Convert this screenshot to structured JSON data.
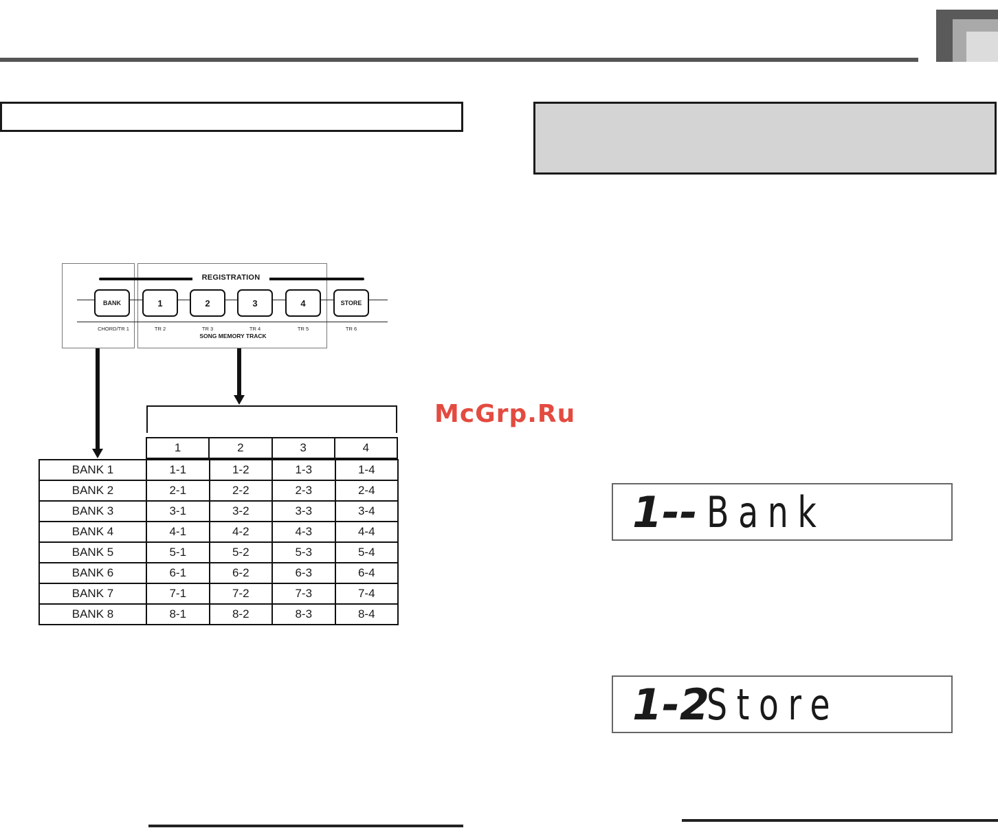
{
  "panel": {
    "registration_title": "REGISTRATION",
    "buttons": [
      {
        "label": "BANK",
        "sublabel": "CHORD/TR 1"
      },
      {
        "label": "1",
        "sublabel": "TR 2"
      },
      {
        "label": "2",
        "sublabel": "TR 3"
      },
      {
        "label": "3",
        "sublabel": "TR 4"
      },
      {
        "label": "4",
        "sublabel": "TR 5"
      },
      {
        "label": "STORE",
        "sublabel": "TR 6"
      }
    ],
    "song_memory_label": "SONG MEMORY TRACK"
  },
  "table": {
    "columns": [
      "1",
      "2",
      "3",
      "4"
    ],
    "rows": [
      {
        "bank": "BANK 1",
        "cells": [
          "1-1",
          "1-2",
          "1-3",
          "1-4"
        ]
      },
      {
        "bank": "BANK 2",
        "cells": [
          "2-1",
          "2-2",
          "2-3",
          "2-4"
        ]
      },
      {
        "bank": "BANK 3",
        "cells": [
          "3-1",
          "3-2",
          "3-3",
          "3-4"
        ]
      },
      {
        "bank": "BANK 4",
        "cells": [
          "4-1",
          "4-2",
          "4-3",
          "4-4"
        ]
      },
      {
        "bank": "BANK 5",
        "cells": [
          "5-1",
          "5-2",
          "5-3",
          "5-4"
        ]
      },
      {
        "bank": "BANK 6",
        "cells": [
          "6-1",
          "6-2",
          "6-3",
          "6-4"
        ]
      },
      {
        "bank": "BANK 7",
        "cells": [
          "7-1",
          "7-2",
          "7-3",
          "7-4"
        ]
      },
      {
        "bank": "BANK 8",
        "cells": [
          "8-1",
          "8-2",
          "8-3",
          "8-4"
        ]
      }
    ]
  },
  "watermark": "McGrp.Ru",
  "displays": {
    "bank": {
      "number": "1--",
      "text": "Bank"
    },
    "store": {
      "number": "1-2",
      "text": "Store"
    }
  }
}
